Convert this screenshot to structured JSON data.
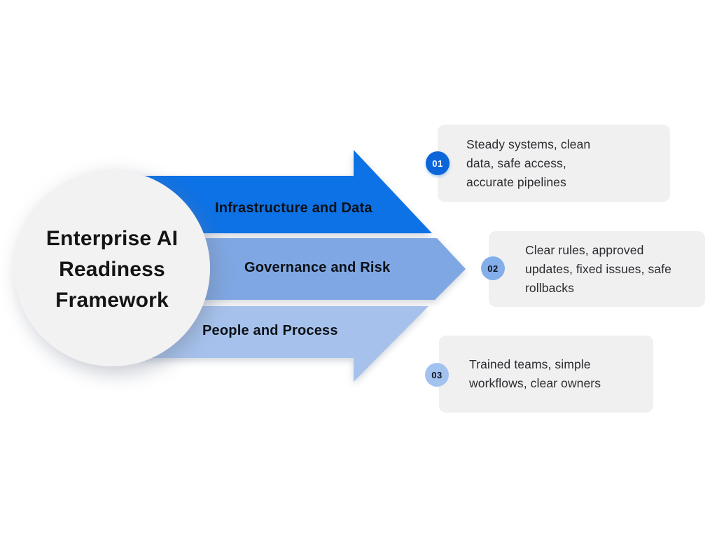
{
  "title": {
    "lines": [
      "Enterprise AI",
      "Readiness",
      "Framework"
    ]
  },
  "arrows": [
    {
      "label": "Infrastructure and Data",
      "badge": "01",
      "description": "Steady systems, clean data, safe access, accurate pipelines"
    },
    {
      "label": "Governance and Risk",
      "badge": "02",
      "description": "Clear rules, approved updates, fixed issues, safe rollbacks"
    },
    {
      "label": "People and Process",
      "badge": "03",
      "description": "Trained teams, simple workflows, clear owners"
    }
  ],
  "colors": {
    "arrow1": "#0d72e6",
    "arrow2": "#7fa7e3",
    "arrow3": "#a6c2ec",
    "badge1_bg": "#0d66d9",
    "badge1_text": "#ffffff",
    "badge2_bg": "#84aeea",
    "badge3_bg": "#a2c2f0",
    "badge_dark_text": "#10141c",
    "card_bg": "#f0f0f1",
    "circle_bg": "#f2f2f3",
    "label_text": "#0c1016",
    "title_text": "#141414",
    "background": "#ffffff"
  }
}
